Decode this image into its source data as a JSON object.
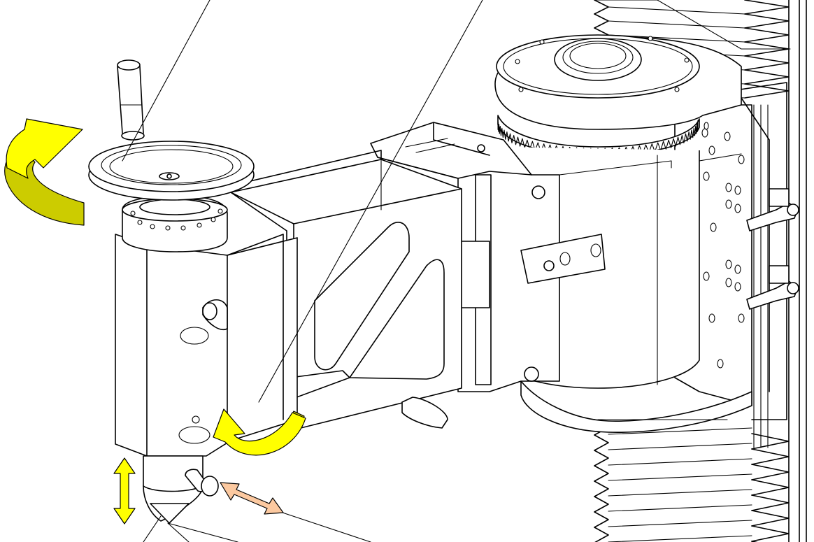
{
  "diagram": {
    "colors": {
      "line": "#000000",
      "background": "#ffffff",
      "arrow_primary": "#ffff00",
      "arrow_shadow": "#cccc00",
      "arrow_radial": "#fcc9a0"
    },
    "components": [
      "handwheel-knob",
      "handwheel",
      "swivel-head",
      "tool-tip",
      "slide-arm",
      "clamp-lever",
      "rotary-housing",
      "column-guide",
      "bellows-cover",
      "clamp-handles"
    ],
    "motion_indicators": [
      "handwheel-rotation-arrow",
      "lever-rotation-arrow",
      "vertical-travel-arrow",
      "radial-travel-arrow"
    ]
  }
}
